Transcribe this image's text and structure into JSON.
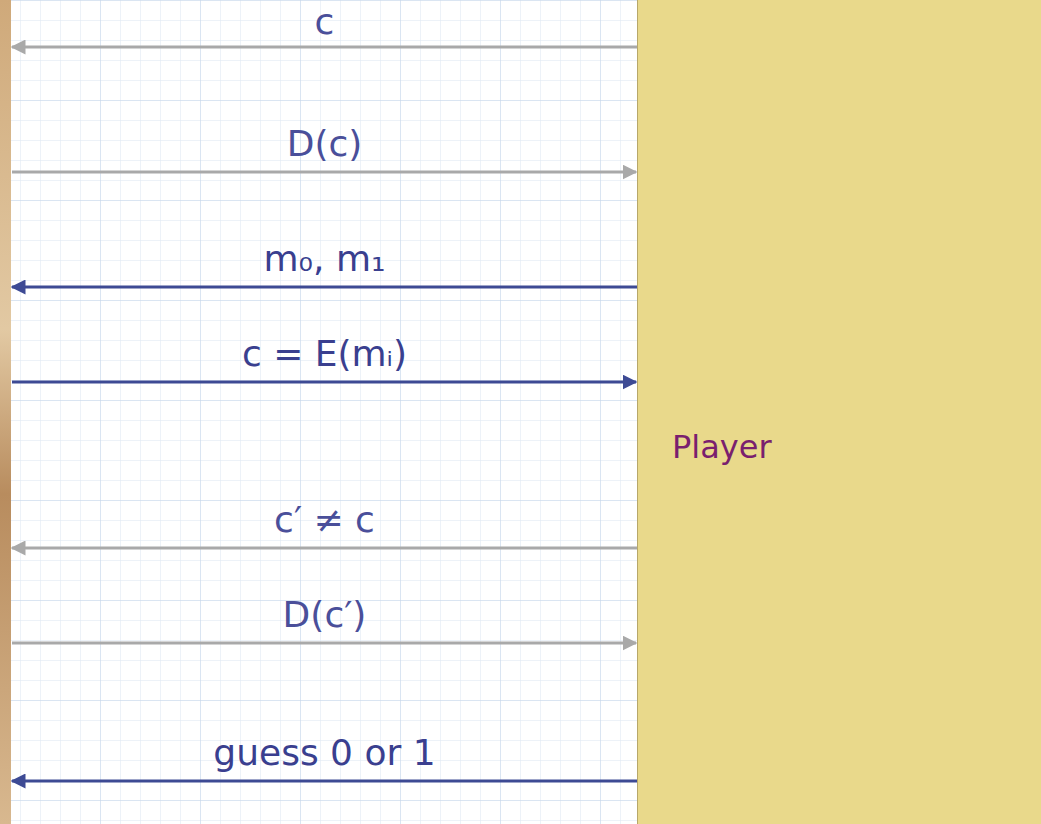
{
  "diagram": {
    "nodes": [
      {
        "text": [
          "Player"
        ]
      }
    ],
    "labels": [
      "c",
      "D(c)",
      "m₀, m₁",
      "c = E(mᵢ)",
      "c′ ≠ c",
      "D(c′)",
      "guess 0 or 1"
    ]
  }
}
